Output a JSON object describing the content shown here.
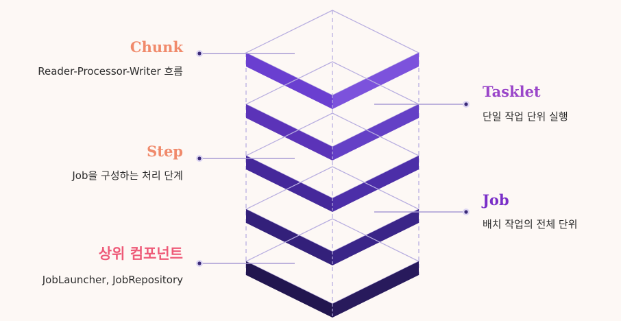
{
  "labels": {
    "chunk": {
      "title": "Chunk",
      "desc": "Reader-Processor-Writer 흐름",
      "color": "#f08a6b"
    },
    "tasklet": {
      "title": "Tasklet",
      "desc": "단일 작업 단위 실행",
      "color": "#9a46c9"
    },
    "step": {
      "title": "Step",
      "desc": "Job을 구성하는 처리 단계",
      "color": "#f08a6b"
    },
    "job": {
      "title": "Job",
      "desc": "배치 작업의 전체 단위",
      "color": "#7a2fc8"
    },
    "upper": {
      "title": "상위 컴포넌트",
      "desc": "JobLauncher, JobRepository",
      "color": "#ee5a78"
    }
  },
  "colors": {
    "background": "#fdf8f5",
    "outline": "#b8aee0",
    "connector": "#a89ad4",
    "layer_fills": [
      "#6a3fd0",
      "#5b33b8",
      "#45289a",
      "#33207a",
      "#22164f"
    ],
    "layer_fills_right": [
      "#7c52dc",
      "#6440c6",
      "#4c2ea8",
      "#3a2588",
      "#281a5c"
    ]
  }
}
